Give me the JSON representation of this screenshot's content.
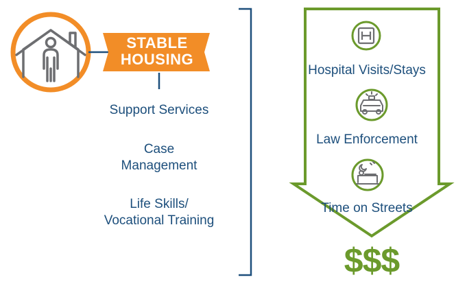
{
  "colors": {
    "orange": "#f28d27",
    "navy": "#1d4f7c",
    "green": "#6b9a2c",
    "gray": "#6d6e71"
  },
  "icons": [
    "house-person-icon",
    "hospital-icon",
    "police-car-icon",
    "sleeping-person-icon"
  ],
  "left": {
    "banner_line1": "STABLE",
    "banner_line2": "HOUSING",
    "support": "Support Services",
    "case_line1": "Case",
    "case_line2": "Management",
    "life_line1": "Life Skills/",
    "life_line2": "Vocational Training"
  },
  "right": {
    "hospital": "Hospital Visits/Stays",
    "law": "Law Enforcement",
    "streets": "Time on Streets",
    "cost": "$$$"
  }
}
